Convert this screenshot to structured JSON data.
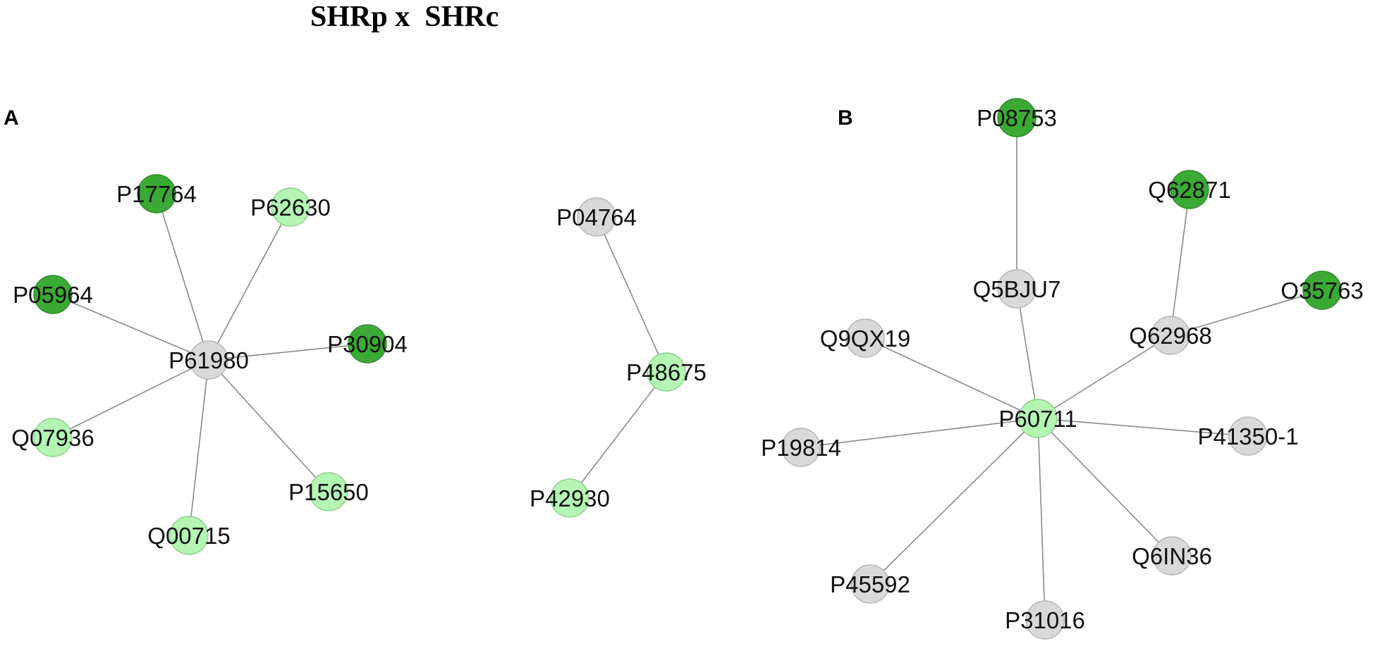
{
  "title": "SHRp x  SHRc",
  "colors": {
    "dark-green": "#3aaa35",
    "light-green": "#b4f5b4",
    "grey": "#d9d9d9",
    "edge": "#8a8a8a"
  },
  "panels": [
    {
      "label": "A",
      "nodes": [
        {
          "id": "P61980",
          "color": "grey"
        },
        {
          "id": "P17764",
          "color": "dark-green"
        },
        {
          "id": "P62630",
          "color": "light-green"
        },
        {
          "id": "P05964",
          "color": "dark-green"
        },
        {
          "id": "P30904",
          "color": "dark-green"
        },
        {
          "id": "Q07936",
          "color": "light-green"
        },
        {
          "id": "P15650",
          "color": "light-green"
        },
        {
          "id": "Q00715",
          "color": "light-green"
        },
        {
          "id": "P04764",
          "color": "grey"
        },
        {
          "id": "P48675",
          "color": "light-green"
        },
        {
          "id": "P42930",
          "color": "light-green"
        }
      ],
      "edges": [
        [
          "P61980",
          "P17764"
        ],
        [
          "P61980",
          "P62630"
        ],
        [
          "P61980",
          "P05964"
        ],
        [
          "P61980",
          "P30904"
        ],
        [
          "P61980",
          "Q07936"
        ],
        [
          "P61980",
          "P15650"
        ],
        [
          "P61980",
          "Q00715"
        ],
        [
          "P04764",
          "P48675"
        ],
        [
          "P48675",
          "P42930"
        ]
      ]
    },
    {
      "label": "B",
      "nodes": [
        {
          "id": "P60711",
          "color": "light-green"
        },
        {
          "id": "P08753",
          "color": "dark-green"
        },
        {
          "id": "Q5BJU7",
          "color": "grey"
        },
        {
          "id": "Q62871",
          "color": "dark-green"
        },
        {
          "id": "O35763",
          "color": "dark-green"
        },
        {
          "id": "Q62968",
          "color": "grey"
        },
        {
          "id": "Q9QX19",
          "color": "grey"
        },
        {
          "id": "P19814",
          "color": "grey"
        },
        {
          "id": "P41350-1",
          "color": "grey"
        },
        {
          "id": "Q6IN36",
          "color": "grey"
        },
        {
          "id": "P45592",
          "color": "grey"
        },
        {
          "id": "P31016",
          "color": "grey"
        }
      ],
      "edges": [
        [
          "P08753",
          "Q5BJU7"
        ],
        [
          "Q5BJU7",
          "P60711"
        ],
        [
          "Q62871",
          "Q62968"
        ],
        [
          "O35763",
          "Q62968"
        ],
        [
          "Q62968",
          "P60711"
        ],
        [
          "Q9QX19",
          "P60711"
        ],
        [
          "P19814",
          "P60711"
        ],
        [
          "P41350-1",
          "P60711"
        ],
        [
          "Q6IN36",
          "P60711"
        ],
        [
          "P45592",
          "P60711"
        ],
        [
          "P31016",
          "P60711"
        ]
      ]
    }
  ]
}
